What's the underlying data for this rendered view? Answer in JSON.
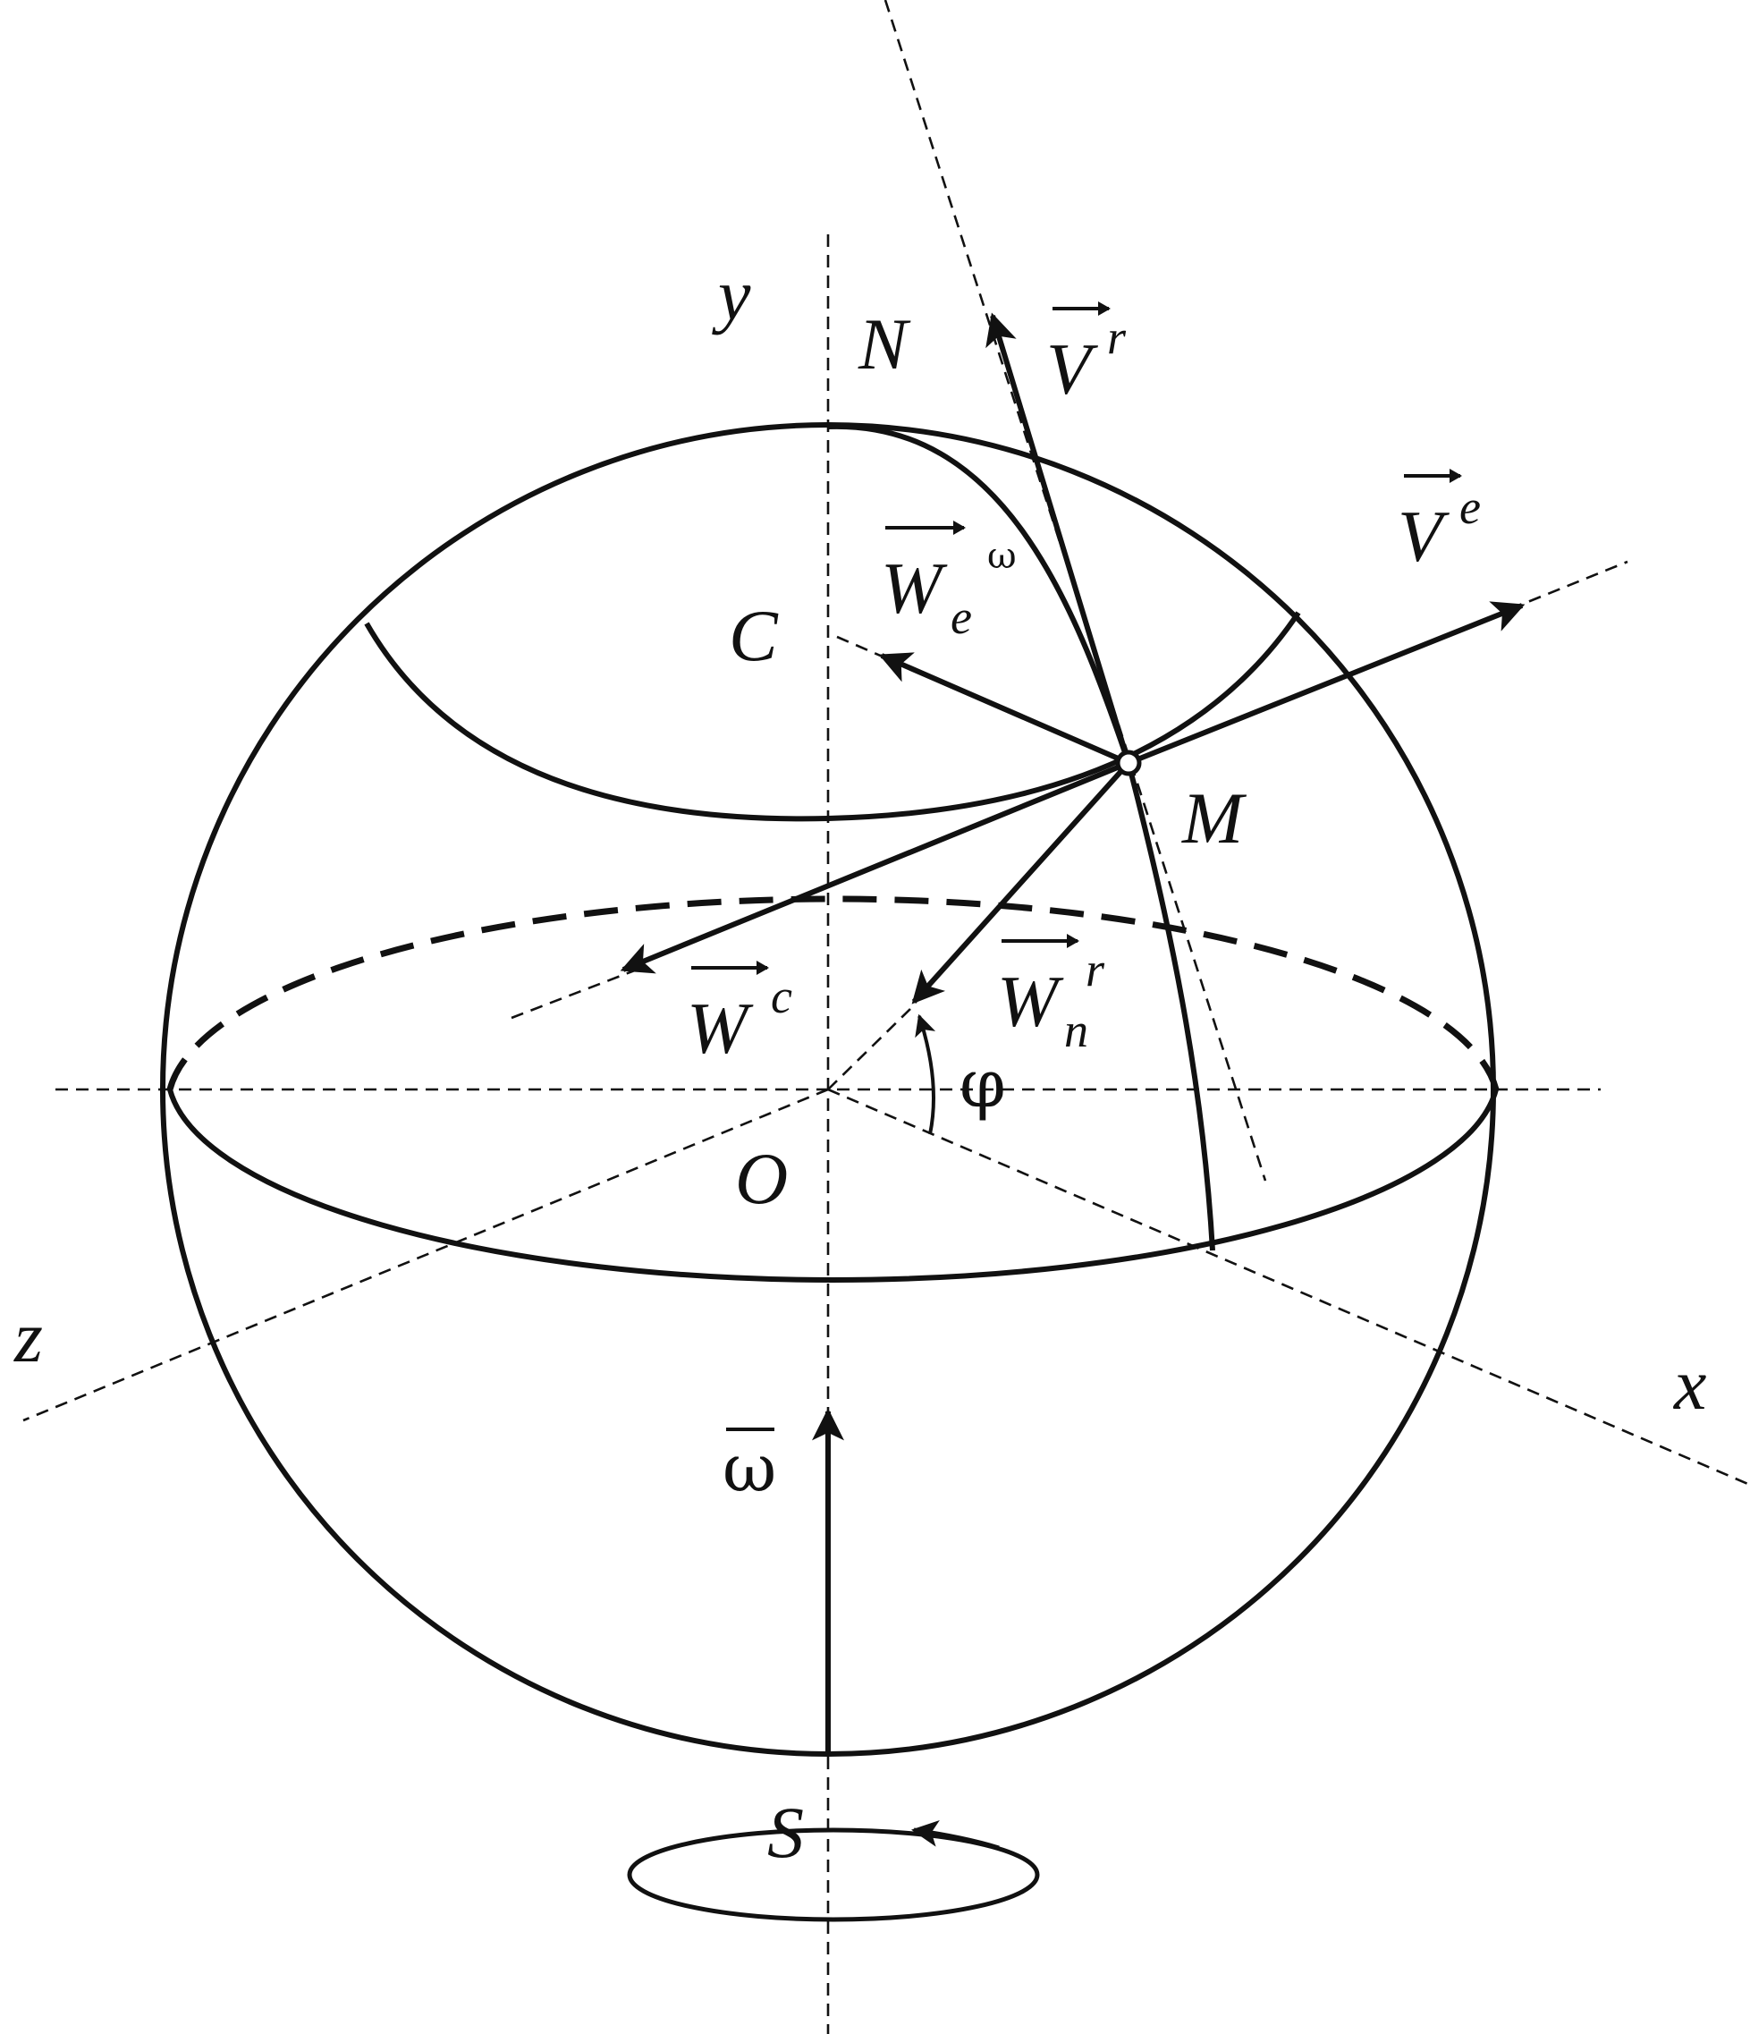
{
  "labels": {
    "y": "y",
    "N": "N",
    "C": "C",
    "M": "M",
    "O": "O",
    "z": "z",
    "x": "x",
    "S": "S",
    "omega": "ω",
    "phi": "φ",
    "W": "W",
    "V": "V",
    "sup_r": "r",
    "sup_e": "e",
    "sup_c": "c",
    "sub_e": "e",
    "sub_n": "n",
    "sup_omega": "ω"
  },
  "colors": {
    "ink": "#111111",
    "background": "#ffffff"
  }
}
